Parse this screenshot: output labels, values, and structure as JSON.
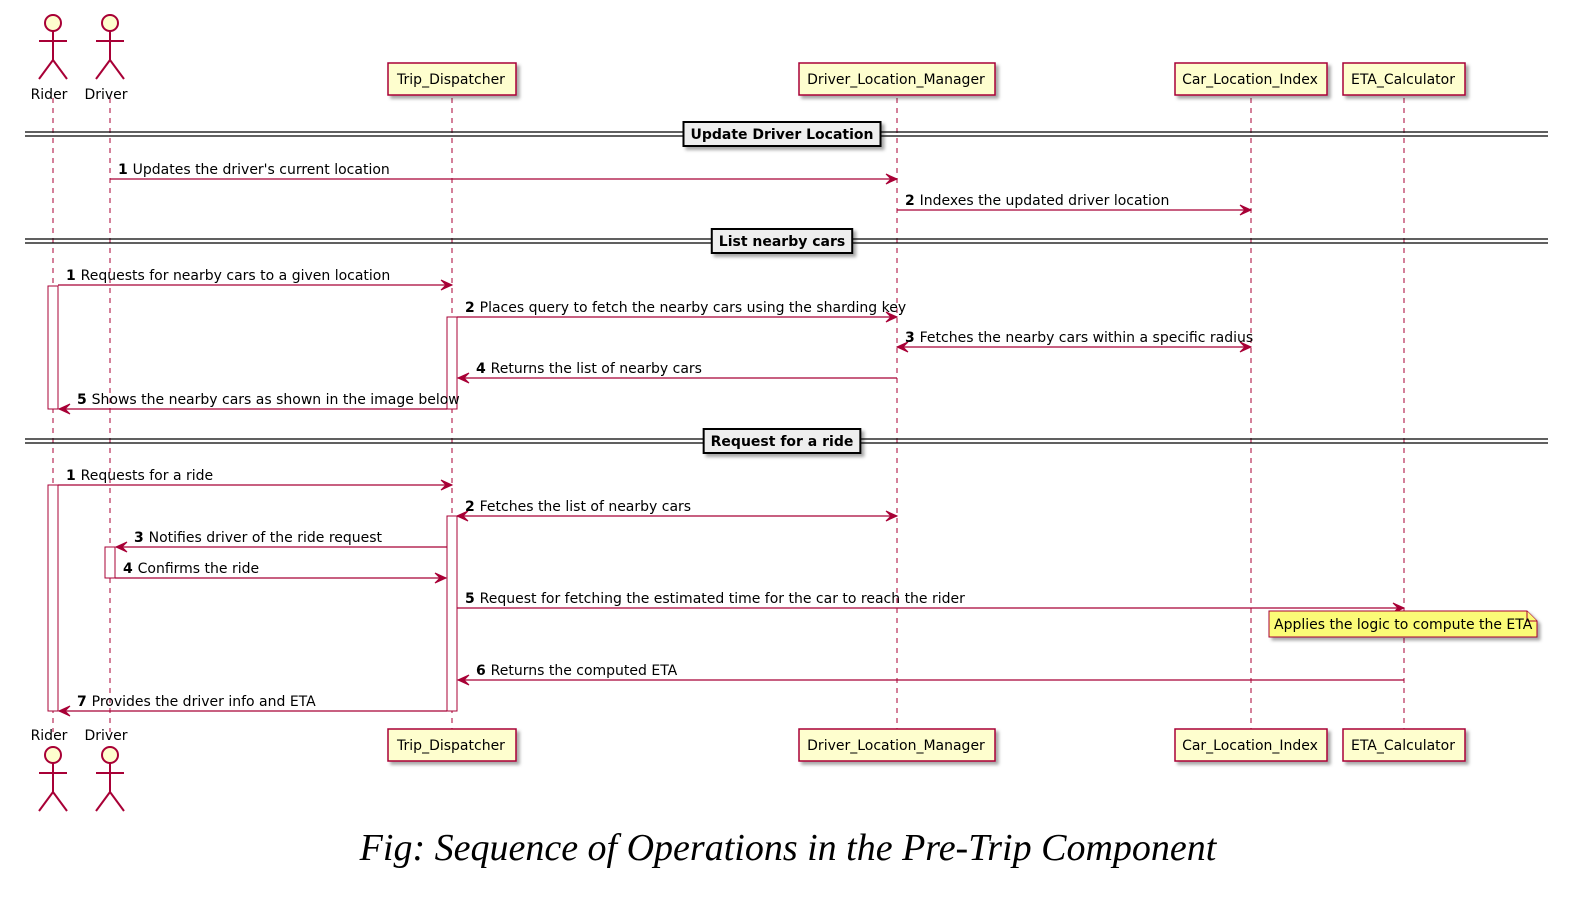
{
  "colors": {
    "line": "#A80036",
    "participant_fill": "#FEFECE",
    "note_fill": "#FBFB77",
    "divider_fill": "#EEEEEE",
    "text": "#000000"
  },
  "participants": [
    {
      "id": "rider",
      "label": "Rider",
      "kind": "actor"
    },
    {
      "id": "driver",
      "label": "Driver",
      "kind": "actor"
    },
    {
      "id": "trip",
      "label": "Trip_Dispatcher",
      "kind": "box"
    },
    {
      "id": "dlm",
      "label": "Driver_Location_Manager",
      "kind": "box"
    },
    {
      "id": "cli",
      "label": "Car_Location_Index",
      "kind": "box"
    },
    {
      "id": "eta",
      "label": "ETA_Calculator",
      "kind": "box"
    }
  ],
  "sections": [
    {
      "title": "Update Driver Location",
      "messages": [
        {
          "num": "1",
          "text": "Updates the driver's current location",
          "from": "driver",
          "to": "dlm"
        },
        {
          "num": "2",
          "text": "Indexes the updated driver location",
          "from": "dlm",
          "to": "cli"
        }
      ]
    },
    {
      "title": "List nearby cars",
      "messages": [
        {
          "num": "1",
          "text": "Requests for nearby cars to a given location",
          "from": "rider",
          "to": "trip"
        },
        {
          "num": "2",
          "text": "Places query to fetch the nearby cars using the sharding key",
          "from": "trip",
          "to": "dlm"
        },
        {
          "num": "3",
          "text": "Fetches the nearby cars within a specific radius",
          "from": "dlm",
          "to": "cli",
          "both": true
        },
        {
          "num": "4",
          "text": "Returns the list of nearby cars",
          "from": "dlm",
          "to": "trip"
        },
        {
          "num": "5",
          "text": "Shows the nearby cars as shown in the image below",
          "from": "trip",
          "to": "rider"
        }
      ]
    },
    {
      "title": "Request for a ride",
      "messages": [
        {
          "num": "1",
          "text": "Requests for a ride",
          "from": "rider",
          "to": "trip"
        },
        {
          "num": "2",
          "text": "Fetches the list of nearby cars",
          "from": "trip",
          "to": "dlm",
          "both": true
        },
        {
          "num": "3",
          "text": "Notifies driver of the ride request",
          "from": "trip",
          "to": "driver"
        },
        {
          "num": "4",
          "text": "Confirms the ride",
          "from": "driver",
          "to": "trip"
        },
        {
          "num": "5",
          "text": "Request for fetching the estimated time for the car to reach the rider",
          "from": "trip",
          "to": "eta"
        },
        {
          "num": "6",
          "text": "Returns the computed ETA",
          "from": "eta",
          "to": "trip"
        },
        {
          "num": "7",
          "text": "Provides the driver info and ETA",
          "from": "trip",
          "to": "rider"
        }
      ]
    }
  ],
  "note": {
    "text": "Applies the logic to compute the ETA",
    "over": "eta"
  },
  "caption": "Fig: Sequence of Operations in the Pre-Trip Component"
}
